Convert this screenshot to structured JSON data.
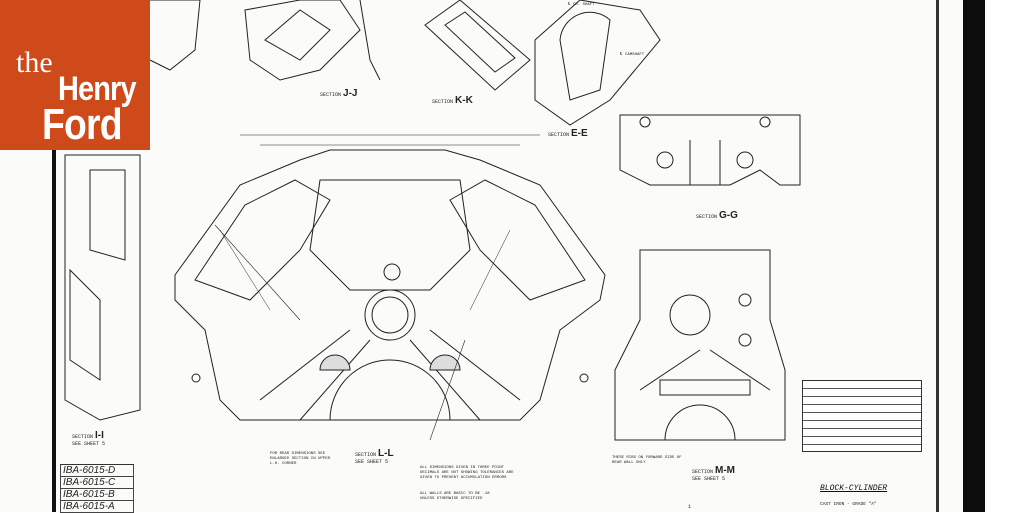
{
  "logo": {
    "line1": "the",
    "line2": "Henry",
    "line3": "Ford",
    "color": "#cf4a1a"
  },
  "drawing": {
    "sections": [
      {
        "prefix": "SECTION",
        "name": "J-J"
      },
      {
        "prefix": "SECTION",
        "name": "K-K"
      },
      {
        "prefix": "SECTION",
        "name": "E-E"
      },
      {
        "prefix": "SECTION",
        "name": "G-G"
      },
      {
        "prefix": "SECTION",
        "name": "I-I",
        "note": "SEE SHEET 5"
      },
      {
        "prefix": "SECTION",
        "name": "L-L",
        "note": "SEE SHEET 5"
      },
      {
        "prefix": "SECTION",
        "name": "M-M",
        "note": "SEE SHEET 5"
      }
    ],
    "notes": {
      "rear_dims": "FOR REAR DIMENSIONS SEE ENLARGED SECTION IN UPPER L.H. CORNER",
      "ribs": "THESE RIBS ON FORWARD SIDE OF REAR WALL ONLY",
      "dimensions": "ALL DIMENSIONS GIVEN IN THREE POINT DECIMALS ARE NOT SHOWING TOLERANCES ARE GIVEN TO PREVENT ACCUMULATION ERRORS",
      "walls": "ALL WALLS ARE BASIC TO BE .18 UNLESS OTHERWISE SPECIFIED",
      "camshaft": "℄ CAMSHAFT",
      "crankshaft": "℄ CR. SHAFT"
    },
    "part_numbers": [
      "IBA-6015-D",
      "IBA-6015-C",
      "IBA-6015-B",
      "IBA-6015-A"
    ],
    "title": "BLOCK-CYLINDER",
    "material": "CAST IRON - GRADE \"A\"",
    "sheet_number": "1"
  }
}
